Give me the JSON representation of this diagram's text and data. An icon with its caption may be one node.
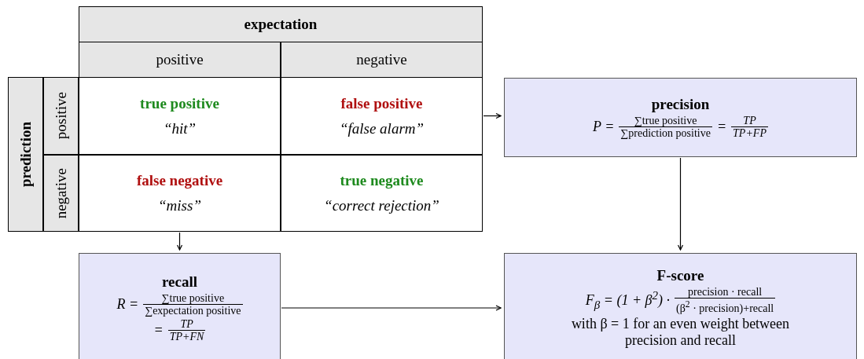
{
  "diagram": {
    "nodes": [
      {
        "text": [
          "expectation"
        ]
      },
      {
        "text": [
          "positive"
        ]
      },
      {
        "text": [
          "negative"
        ]
      },
      {
        "text": [
          "prediction"
        ]
      },
      {
        "text": [
          "positive"
        ]
      },
      {
        "text": [
          "negative"
        ]
      },
      {
        "text": [
          "true positive",
          "“hit”"
        ]
      },
      {
        "text": [
          "false positive",
          "“false alarm”"
        ]
      },
      {
        "text": [
          "false negative",
          "“miss”"
        ]
      },
      {
        "text": [
          "true negative",
          "“correct rejection”"
        ]
      },
      {
        "text": [
          "precision",
          "P =",
          "∑true positive",
          "∑prediction positive",
          "=",
          "TP",
          "TP+FP"
        ]
      },
      {
        "text": [
          "recall",
          "R =",
          "∑true positive",
          "∑expectation positive",
          "=",
          "TP",
          "TP+FN"
        ]
      },
      {
        "text": [
          "F-score",
          "F$_{β}$ = (1 + β$^{2}$) ·",
          "precision · recall",
          "(β$^{2}$ · precision)+recall",
          "with β = 1 for an even weight between precision and recall"
        ]
      }
    ],
    "edges": [
      {
        "from": 7,
        "to": 10,
        "arrow": "to"
      },
      {
        "from": 8,
        "to": 11,
        "arrow": "to"
      },
      {
        "from": 10,
        "to": 12,
        "arrow": "to"
      },
      {
        "from": 11,
        "to": 12,
        "arrow": "to"
      }
    ]
  }
}
